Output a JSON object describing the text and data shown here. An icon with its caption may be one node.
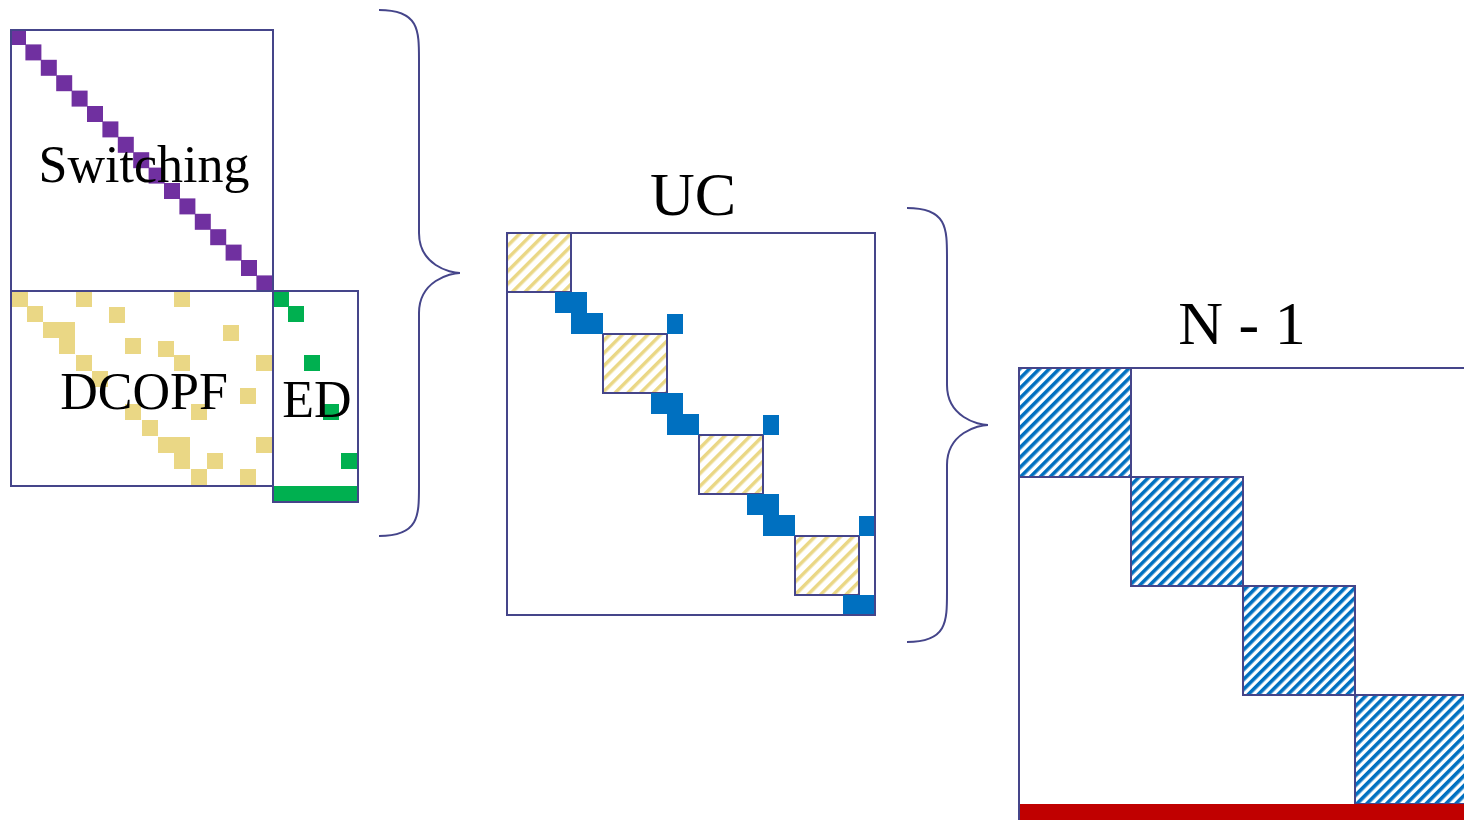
{
  "diagram": {
    "nodes": [
      {
        "text": [
          "Switching"
        ]
      },
      {
        "text": [
          "DCOPF"
        ]
      },
      {
        "text": [
          "ED"
        ]
      },
      {
        "text": [
          "UC"
        ]
      },
      {
        "text": [
          "N - 1"
        ]
      }
    ]
  }
}
